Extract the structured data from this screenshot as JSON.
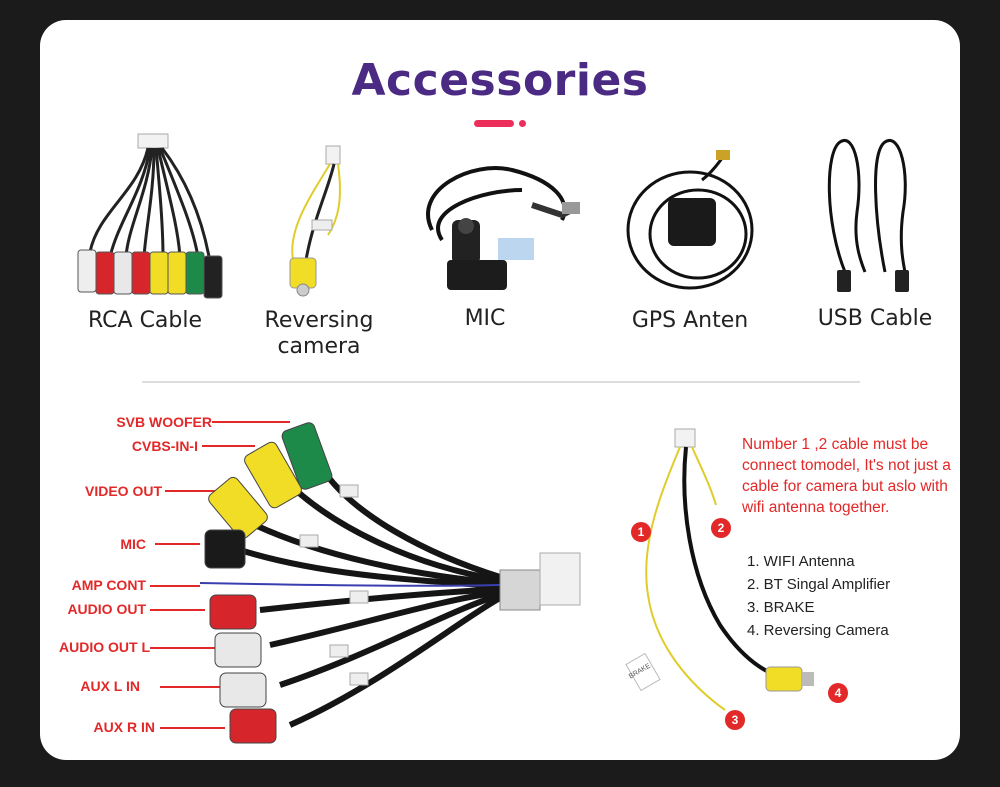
{
  "title": "Accessories",
  "accessories": [
    {
      "label": "RCA Cable"
    },
    {
      "label": "Reversing camera"
    },
    {
      "label": "MIC"
    },
    {
      "label": "GPS Anten"
    },
    {
      "label": "USB Cable"
    }
  ],
  "harness_labels": [
    "SVB WOOFER",
    "CVBS-IN-I",
    "VIDEO OUT",
    "MIC",
    "AMP CONT",
    "AUDIO OUT",
    "AUDIO OUT L",
    "AUX L IN",
    "AUX R IN"
  ],
  "camera_cable": {
    "markers": [
      "1",
      "2",
      "3",
      "4"
    ],
    "tag_text": "BRAKE",
    "note": "Number 1 ,2 cable must be connect tomodel, It's not just a cable for camera but aslo with wifi antenna together.",
    "list": [
      "1. WIFI Antenna",
      "2. BT Singal Amplifier",
      "3. BRAKE",
      "4. Reversing Camera"
    ]
  },
  "colors": {
    "title": "#4a2a82",
    "accent": "#ec2e5b",
    "label_red": "#e22828"
  }
}
